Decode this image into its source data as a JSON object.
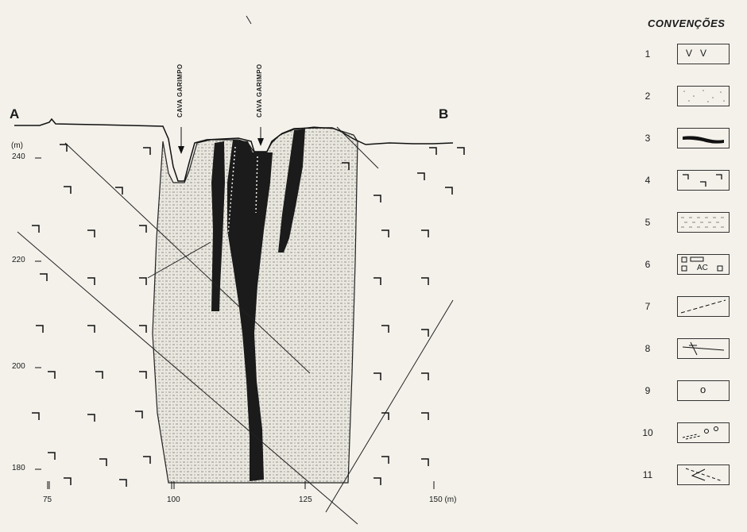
{
  "section": {
    "end_labels": {
      "left": "A",
      "right": "B"
    },
    "unit_label": "(m)",
    "elevations": [
      "240",
      "220",
      "200",
      "180"
    ],
    "distances": [
      "75",
      "100",
      "125",
      "150 (m)"
    ],
    "annotations": [
      "CAVA GARIMPO",
      "CAVA GARIMPO"
    ]
  },
  "legend": {
    "title": "CONVENÇÕES",
    "items": [
      {
        "number": "1",
        "symbol": "v-pattern-icon",
        "text": "V   V"
      },
      {
        "number": "2",
        "symbol": "stippled-fill-icon",
        "text": ""
      },
      {
        "number": "3",
        "symbol": "black-vein-icon",
        "text": ""
      },
      {
        "number": "4",
        "symbol": "host-rock-hook-icon",
        "text": ""
      },
      {
        "number": "5",
        "symbol": "dashed-dotted-fill-icon",
        "text": ""
      },
      {
        "number": "6",
        "symbol": "sample-symbols-icon",
        "text": "AC"
      },
      {
        "number": "7",
        "symbol": "contact-line-icon",
        "text": ""
      },
      {
        "number": "8",
        "symbol": "drillhole-line-icon",
        "text": ""
      },
      {
        "number": "9",
        "symbol": "circle-symbol-icon",
        "text": "o"
      },
      {
        "number": "10",
        "symbol": "dashed-circles-icon",
        "text": ""
      },
      {
        "number": "11",
        "symbol": "angle-symbol-icon",
        "text": ""
      }
    ]
  }
}
